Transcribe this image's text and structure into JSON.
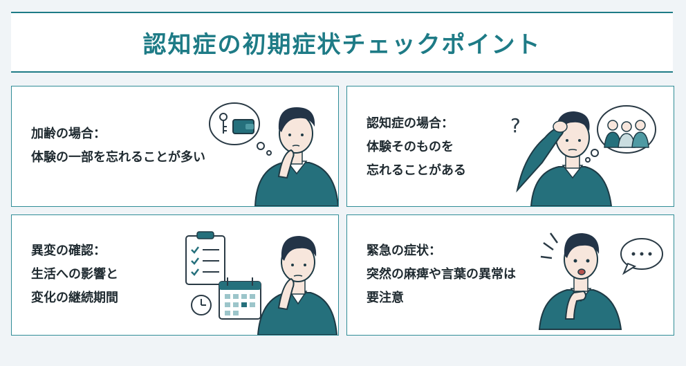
{
  "title": "認知症の初期症状チェックポイント",
  "cards": [
    {
      "lines": [
        "加齢の場合：",
        "体験の一部を忘れることが多い"
      ]
    },
    {
      "lines": [
        "認知症の場合：",
        "体験そのものを",
        "忘れることがある"
      ]
    },
    {
      "lines": [
        "異変の確認：",
        "生活への影響と",
        "変化の継続期間"
      ]
    },
    {
      "lines": [
        "緊急の症状：",
        "突然の麻痺や言葉の異常は",
        "要注意"
      ]
    }
  ],
  "illustrations": {
    "card1": [
      "thought-bubble",
      "key-icon",
      "wallet-icon",
      "thinking-man"
    ],
    "card2": [
      "question-mark",
      "confused-man",
      "thought-bubble",
      "people-group"
    ],
    "card3": [
      "checklist-icon",
      "calendar-icon",
      "clock-icon",
      "thinking-man"
    ],
    "card4": [
      "alert-lines",
      "speech-bubble",
      "distressed-man"
    ]
  },
  "colors": {
    "accent": "#1e7b86",
    "sweater": "#25707c",
    "hair": "#233447",
    "skin": "#f7e6dc",
    "ink": "#1f2a30"
  }
}
